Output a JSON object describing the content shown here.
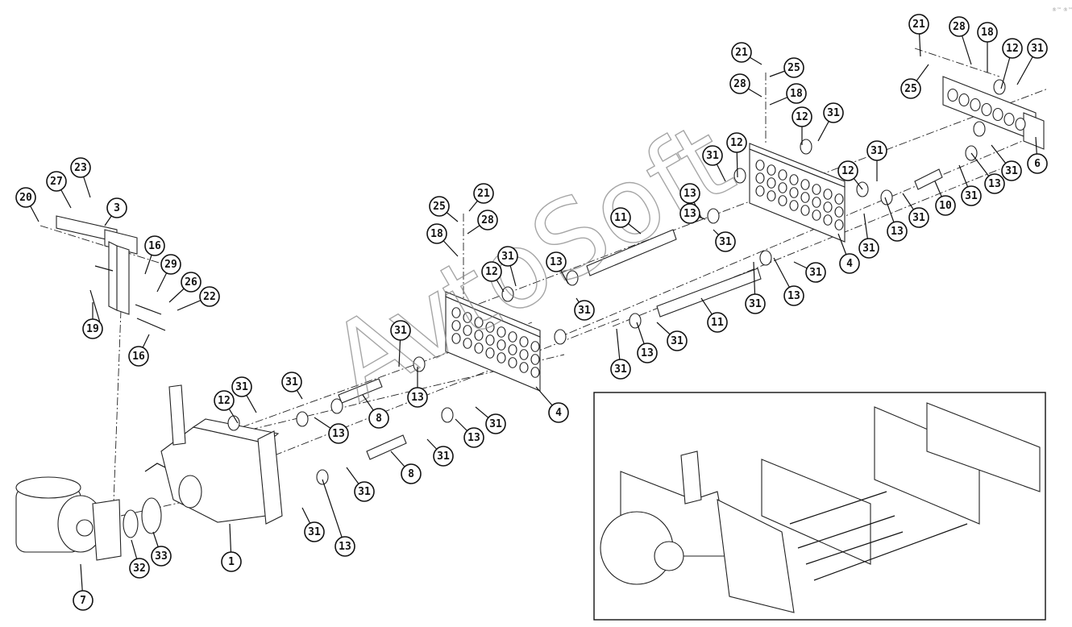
{
  "watermark": "AvtoSoft",
  "corner_mark": "®™ ®™",
  "callouts": [
    {
      "id": "c-20",
      "label": "20"
    },
    {
      "id": "c-27",
      "label": "27"
    },
    {
      "id": "c-23",
      "label": "23"
    },
    {
      "id": "c-3",
      "label": "3"
    },
    {
      "id": "c-16a",
      "label": "16"
    },
    {
      "id": "c-29",
      "label": "29"
    },
    {
      "id": "c-26",
      "label": "26"
    },
    {
      "id": "c-22",
      "label": "22"
    },
    {
      "id": "c-19",
      "label": "19"
    },
    {
      "id": "c-16b",
      "label": "16"
    },
    {
      "id": "c-25a",
      "label": "25"
    },
    {
      "id": "c-21a",
      "label": "21"
    },
    {
      "id": "c-28a",
      "label": "28"
    },
    {
      "id": "c-18a",
      "label": "18"
    },
    {
      "id": "c-12a",
      "label": "12"
    },
    {
      "id": "c-31a",
      "label": "31"
    },
    {
      "id": "c-13a",
      "label": "13"
    },
    {
      "id": "c-31b",
      "label": "31"
    },
    {
      "id": "c-31c",
      "label": "31"
    },
    {
      "id": "c-13b",
      "label": "13"
    },
    {
      "id": "c-4a",
      "label": "4"
    },
    {
      "id": "c-31d",
      "label": "31"
    },
    {
      "id": "c-12b",
      "label": "12"
    },
    {
      "id": "c-31e",
      "label": "31"
    },
    {
      "id": "c-13c",
      "label": "13"
    },
    {
      "id": "c-8a",
      "label": "8"
    },
    {
      "id": "c-31f",
      "label": "31"
    },
    {
      "id": "c-13d",
      "label": "13"
    },
    {
      "id": "c-31g",
      "label": "31"
    },
    {
      "id": "c-8b",
      "label": "8"
    },
    {
      "id": "c-31h",
      "label": "31"
    },
    {
      "id": "c-13e",
      "label": "13"
    },
    {
      "id": "c-31i",
      "label": "31"
    },
    {
      "id": "c-1",
      "label": "1"
    },
    {
      "id": "c-32",
      "label": "32"
    },
    {
      "id": "c-33",
      "label": "33"
    },
    {
      "id": "c-7",
      "label": "7"
    },
    {
      "id": "c-11a",
      "label": "11"
    },
    {
      "id": "c-13f",
      "label": "13"
    },
    {
      "id": "c-31j",
      "label": "31"
    },
    {
      "id": "c-11b",
      "label": "11"
    },
    {
      "id": "c-31k",
      "label": "31"
    },
    {
      "id": "c-13g",
      "label": "13"
    },
    {
      "id": "c-31l",
      "label": "31"
    },
    {
      "id": "c-13h",
      "label": "13"
    },
    {
      "id": "c-31m",
      "label": "31"
    },
    {
      "id": "c-21b",
      "label": "21"
    },
    {
      "id": "c-25b",
      "label": "25"
    },
    {
      "id": "c-28b",
      "label": "28"
    },
    {
      "id": "c-18b",
      "label": "18"
    },
    {
      "id": "c-12c",
      "label": "12"
    },
    {
      "id": "c-31n",
      "label": "31"
    },
    {
      "id": "c-31o",
      "label": "31"
    },
    {
      "id": "c-12d",
      "label": "12"
    },
    {
      "id": "c-13i",
      "label": "13"
    },
    {
      "id": "c-31p",
      "label": "31"
    },
    {
      "id": "c-12e",
      "label": "12"
    },
    {
      "id": "c-31q",
      "label": "31"
    },
    {
      "id": "c-4b",
      "label": "4"
    },
    {
      "id": "c-31r",
      "label": "31"
    },
    {
      "id": "c-13j",
      "label": "13"
    },
    {
      "id": "c-31s",
      "label": "31"
    },
    {
      "id": "c-10",
      "label": "10"
    },
    {
      "id": "c-31t",
      "label": "31"
    },
    {
      "id": "c-13k",
      "label": "13"
    },
    {
      "id": "c-31u",
      "label": "31"
    },
    {
      "id": "c-6",
      "label": "6"
    },
    {
      "id": "c-21c",
      "label": "21"
    },
    {
      "id": "c-28c",
      "label": "28"
    },
    {
      "id": "c-18c",
      "label": "18"
    },
    {
      "id": "c-12f",
      "label": "12"
    },
    {
      "id": "c-31v",
      "label": "31"
    },
    {
      "id": "c-25c",
      "label": "25"
    }
  ]
}
